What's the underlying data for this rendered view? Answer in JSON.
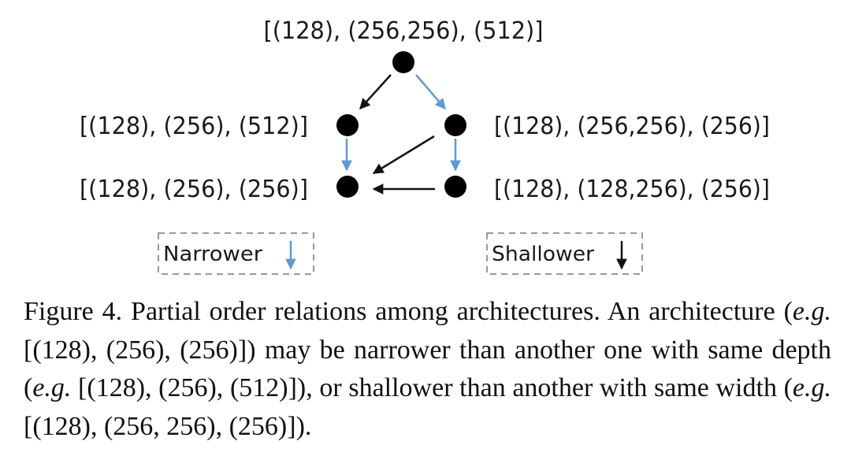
{
  "diagram": {
    "nodes": [
      {
        "id": "top",
        "label": "[(128), (256,256), (512)]"
      },
      {
        "id": "mid-left",
        "label": "[(128), (256), (512)]"
      },
      {
        "id": "mid-right",
        "label": "[(128), (256,256), (256)]"
      },
      {
        "id": "bottom-left",
        "label": "[(128), (256), (256)]"
      },
      {
        "id": "bottom-right",
        "label": "[(128), (128,256), (256)]"
      }
    ],
    "edges": [
      {
        "from": "top",
        "to": "mid-left",
        "relation": "shallower"
      },
      {
        "from": "top",
        "to": "mid-right",
        "relation": "narrower"
      },
      {
        "from": "mid-left",
        "to": "bottom-left",
        "relation": "narrower"
      },
      {
        "from": "mid-right",
        "to": "bottom-left",
        "relation": "shallower"
      },
      {
        "from": "mid-right",
        "to": "bottom-right",
        "relation": "narrower"
      },
      {
        "from": "bottom-right",
        "to": "bottom-left",
        "relation": "shallower"
      }
    ],
    "legend": {
      "narrower_label": "Narrower",
      "shallower_label": "Shallower"
    },
    "colors": {
      "narrower": "#5b9bd5",
      "shallower": "#111111",
      "node": "#000000"
    }
  },
  "caption": {
    "figure_label": "Figure 4.",
    "text_1": " Partial order relations among architectures. An architecture (",
    "eg_1": "e.g.",
    "example_1": " [(128), (256), (256)]",
    "text_2": ") may be narrower than another one with same depth (",
    "eg_2": "e.g.",
    "example_2": " [(128), (256), (512)]",
    "text_3": "), or shallower than another with same width (",
    "eg_3": "e.g.",
    "example_3": " [(128), (256, 256), (256)]",
    "text_4": ")."
  }
}
